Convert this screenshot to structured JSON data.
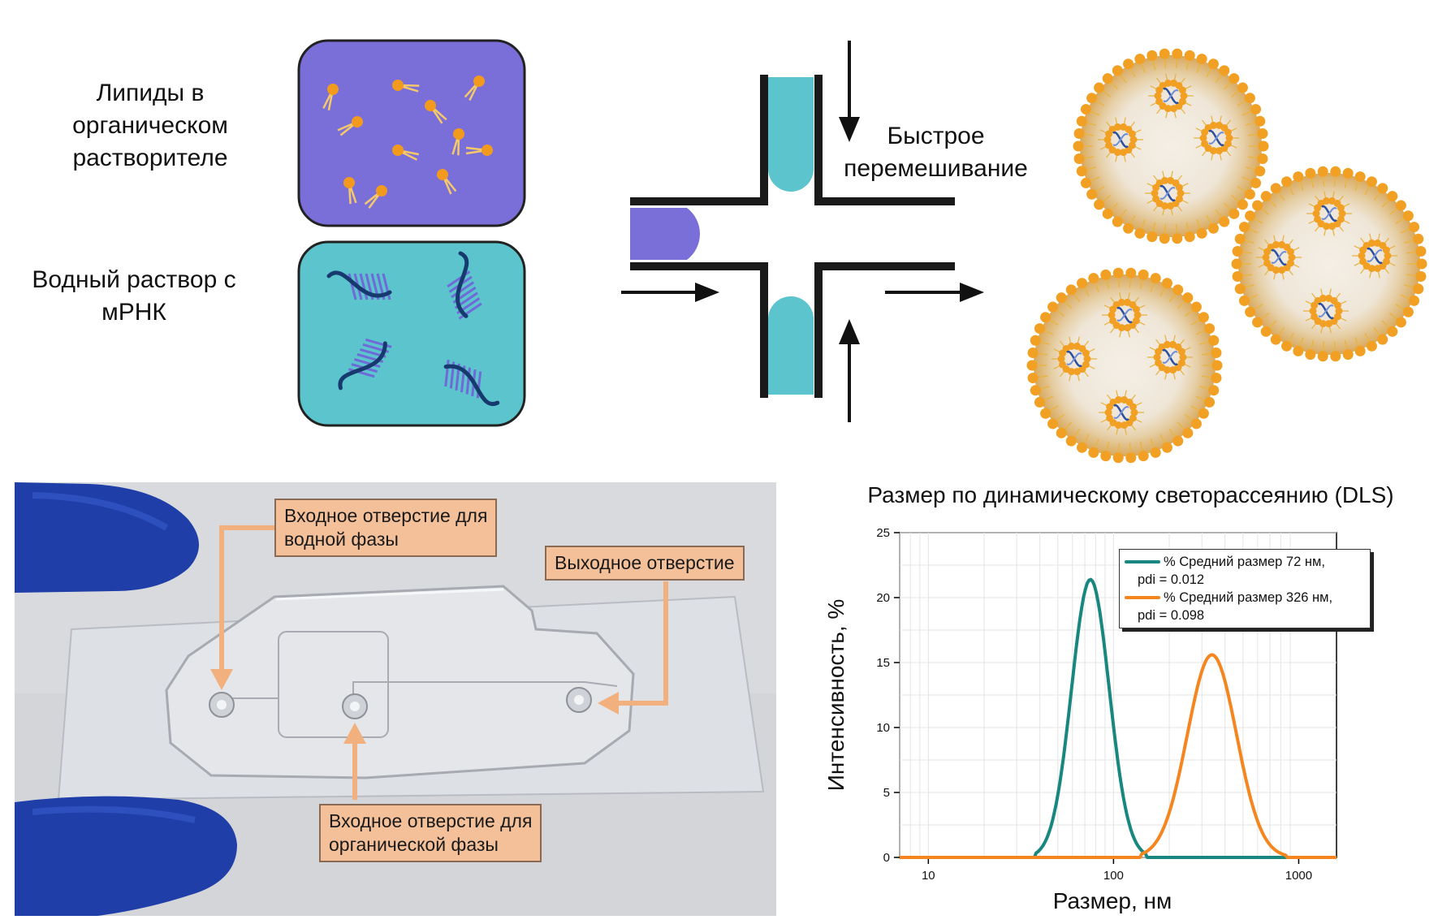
{
  "top": {
    "lipids_label": [
      "Липиды в",
      "органическом",
      "растворителе"
    ],
    "water_label": [
      "Водный раствор с",
      "мРНК"
    ],
    "mixing_label": [
      "Быстрое",
      "перемешивание"
    ]
  },
  "photo": {
    "callout_water_inlet": [
      "Входное отверстие для",
      "водной фазы"
    ],
    "callout_outlet": [
      "Выходное отверстие"
    ],
    "callout_organic_inlet": [
      "Входное отверстие для",
      "органической фазы"
    ]
  },
  "colors": {
    "lipid_box": "#7a6fd8",
    "water_box": "#5bc4cc",
    "lnp_orange": "#f2a024",
    "series_72": "#17877f",
    "series_326": "#f5861f",
    "callout_bg": "#f4c09a",
    "glove": "#1f3ea8"
  },
  "chart_data": {
    "type": "line",
    "title": "Размер по динамическому светорассеянию (DLS)",
    "xlabel": "Размер, нм",
    "ylabel": "Интенсивность, %",
    "xscale": "log",
    "xlim": [
      7,
      1600
    ],
    "ylim": [
      0,
      25
    ],
    "xticks": [
      "10",
      "100",
      "1000"
    ],
    "yticks": [
      "0",
      "5",
      "10",
      "15",
      "20",
      "25"
    ],
    "grid": true,
    "legend_position": "top-right",
    "series": [
      {
        "name": "% Средний размер 72 нм,",
        "name_line2": "pdi = 0.012",
        "color": "#17877f",
        "peak_x": 75,
        "peak_y": 21.4,
        "x_start": 38,
        "x_end": 150
      },
      {
        "name": "% Средний размер 326 нм,",
        "name_line2": "pdi = 0.098",
        "color": "#f5861f",
        "peak_x": 340,
        "peak_y": 15.6,
        "x_start": 140,
        "x_end": 850
      }
    ]
  }
}
